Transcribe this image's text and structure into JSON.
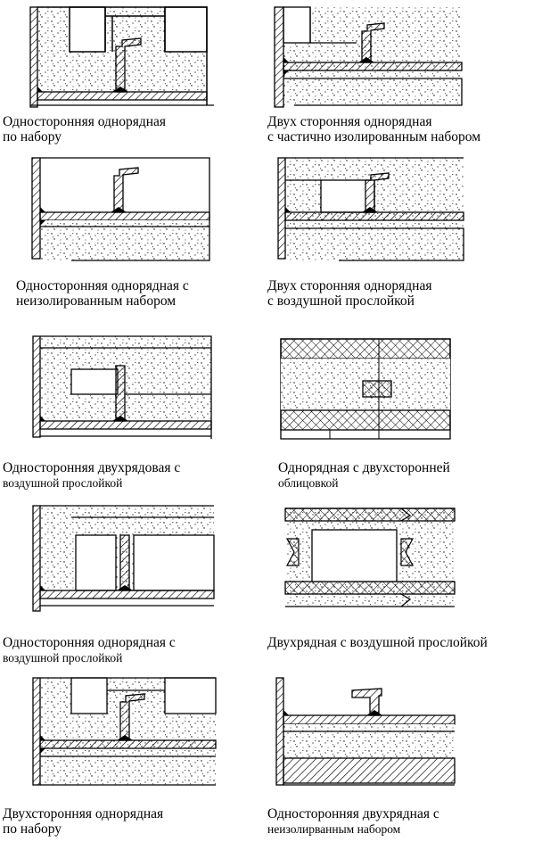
{
  "panels": [
    {
      "id": "p1",
      "caption": [
        "Односторонняя однорядная",
        "по набору"
      ]
    },
    {
      "id": "p2",
      "caption": [
        "Двух сторонняя однорядная",
        "с частично изолированным набором"
      ]
    },
    {
      "id": "p3",
      "caption": [
        "Односторонняя однорядная с",
        "неизолированным набором"
      ]
    },
    {
      "id": "p4",
      "caption": [
        "Двух сторонняя однорядная",
        "с воздушной прослойкой"
      ]
    },
    {
      "id": "p5",
      "caption": [
        "Односторонняя двухрядовая с",
        "воздушной прослойкой"
      ]
    },
    {
      "id": "p6",
      "caption": [
        "Однорядная с двухсторонней",
        "облицовкой"
      ]
    },
    {
      "id": "p7",
      "caption": [
        "Односторонняя однорядная с",
        "воздушной прослойкой"
      ]
    },
    {
      "id": "p8",
      "caption": [
        "Двухрядная с воздушной прослойкой"
      ]
    },
    {
      "id": "p9",
      "caption": [
        "Двухсторонняя однорядная",
        "по набору"
      ]
    },
    {
      "id": "p10",
      "caption": [
        "Односторонняя двухрядная с",
        "неизолирванным набором"
      ]
    }
  ],
  "colors": {
    "line": "#000000",
    "background": "#ffffff"
  }
}
